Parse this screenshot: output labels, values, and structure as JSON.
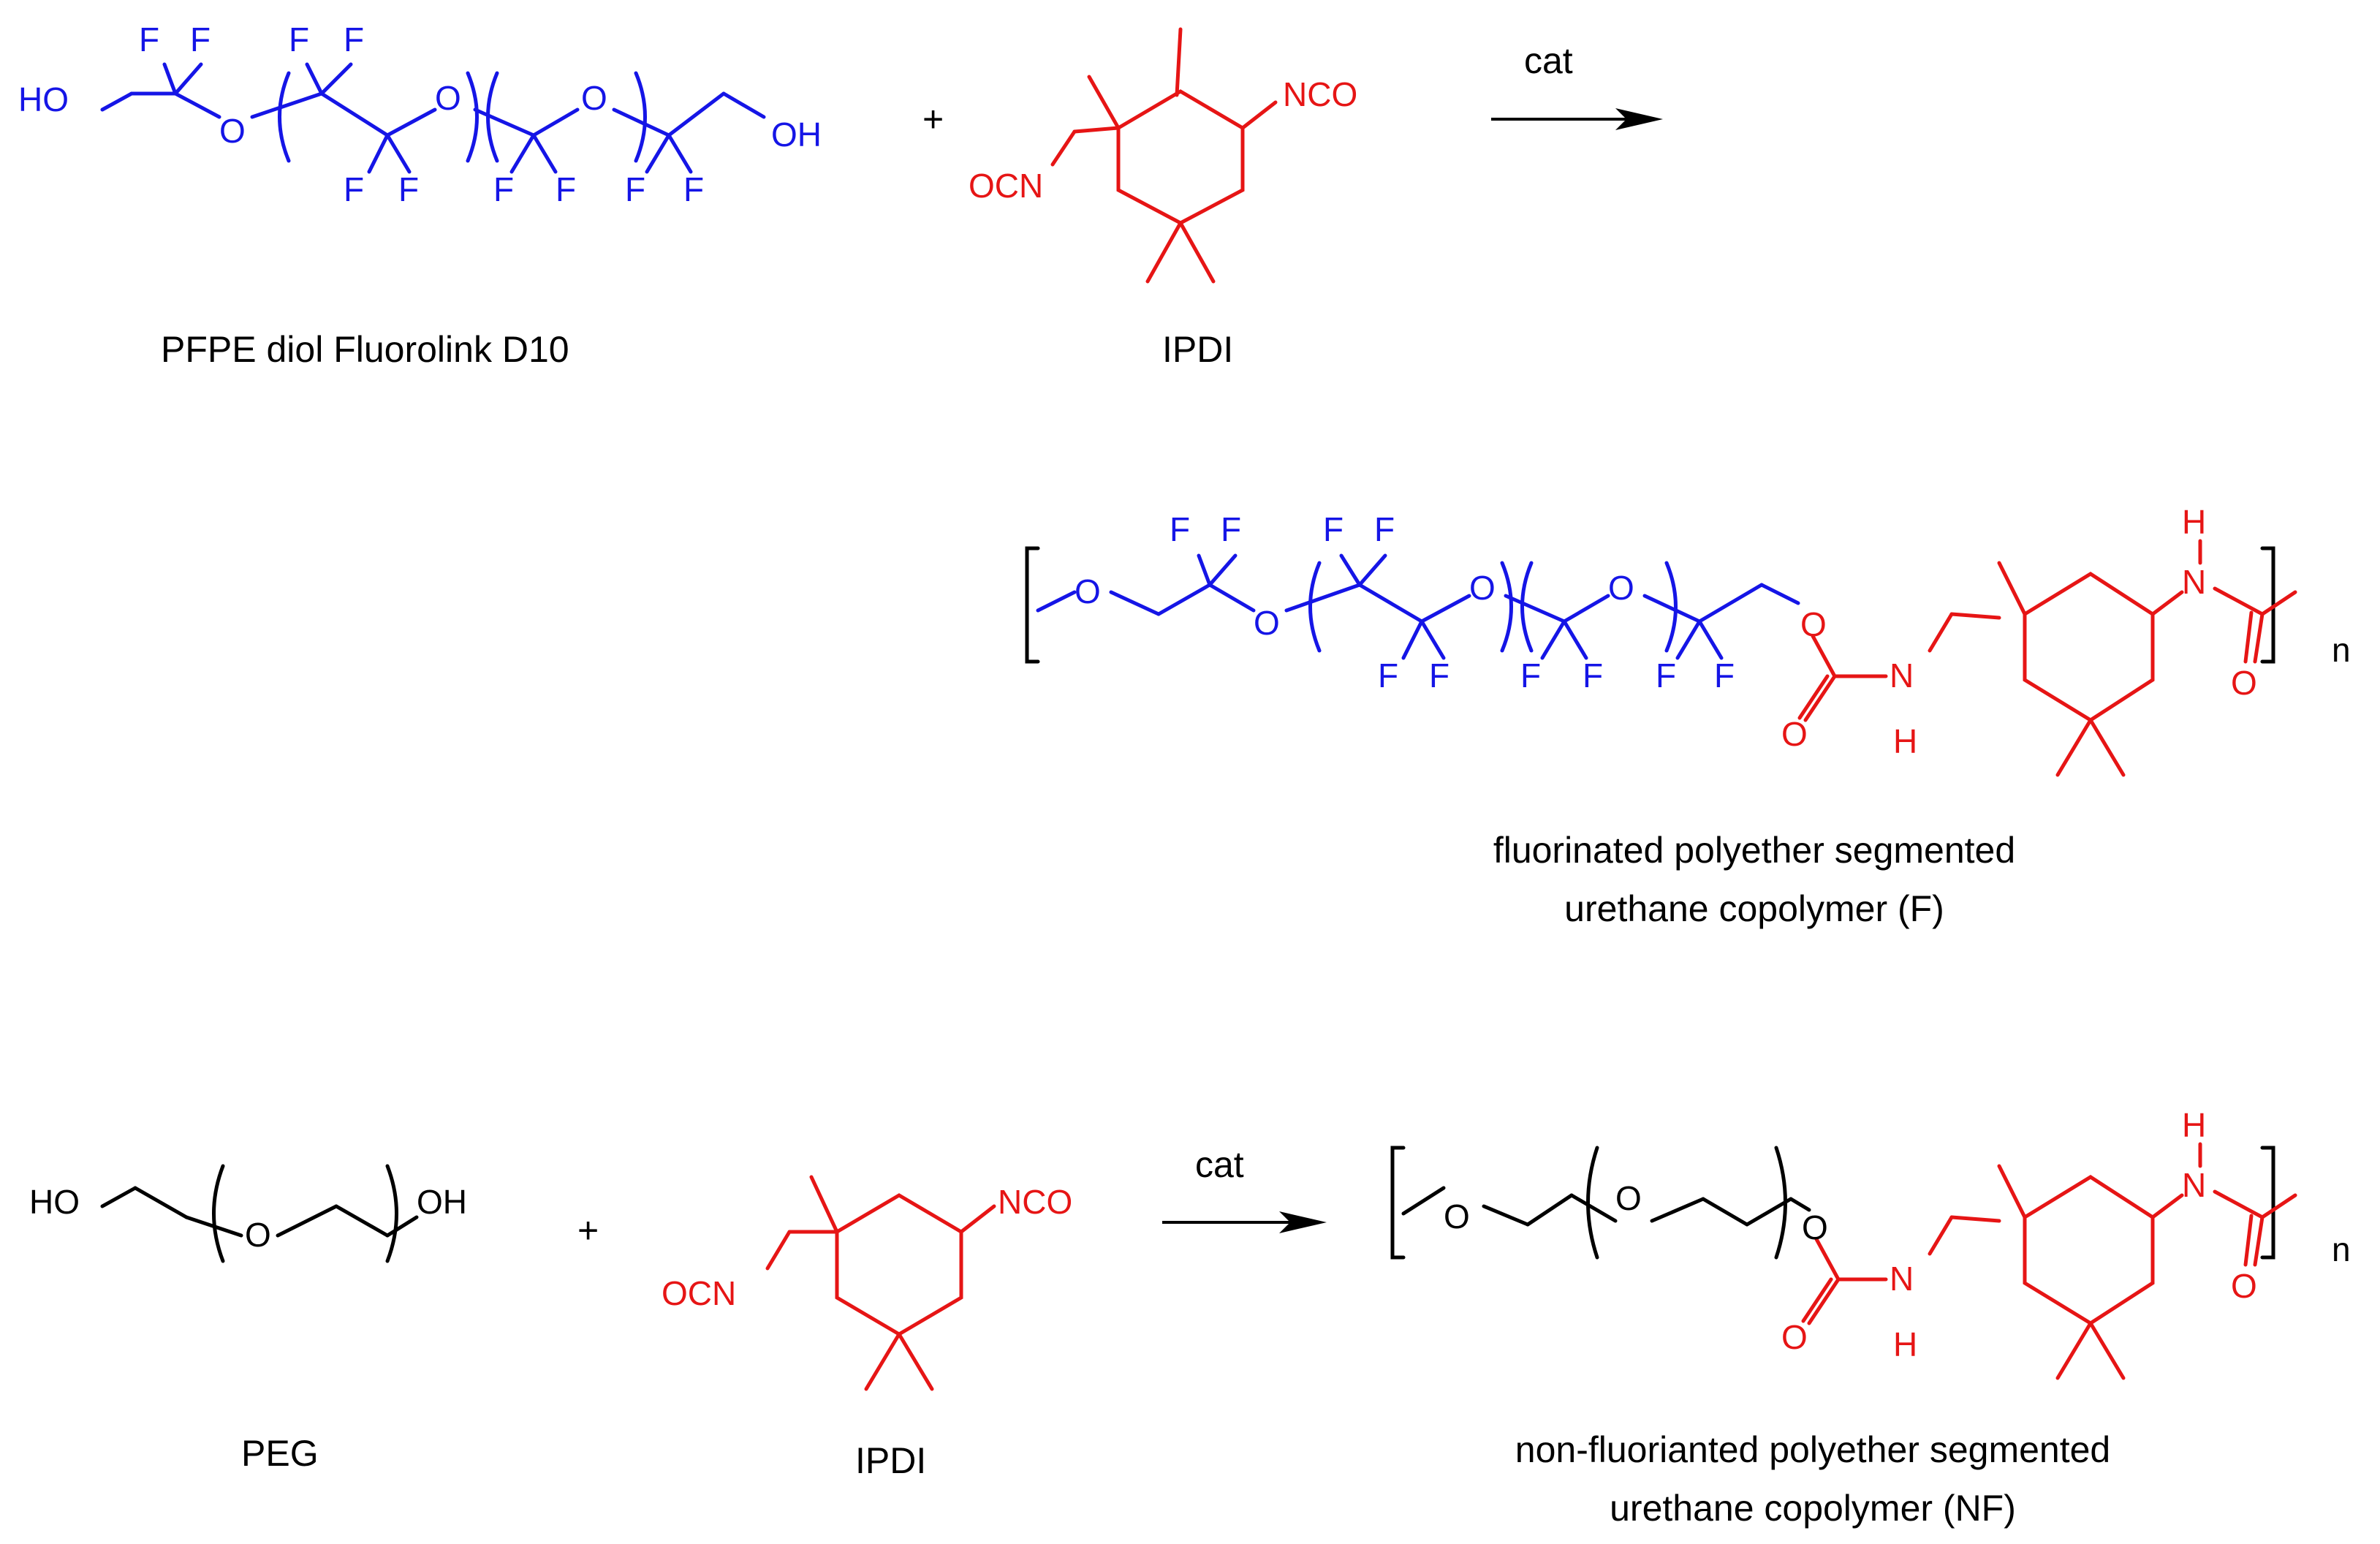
{
  "labels": {
    "pfpe_diol": "PFPE diol Fluorolink D10",
    "ipdi_top": "IPDI",
    "cat_top": "cat",
    "plus_top": "+",
    "product_f_line1": "fluorinated polyether segmented",
    "product_f_line2": "urethane copolymer (F)",
    "peg": "PEG",
    "ipdi_bottom": "IPDI",
    "cat_bottom": "cat",
    "plus_bottom": "+",
    "product_nf_line1": "non-fluorianted polyether segmented",
    "product_nf_line2": "urethane copolymer (NF)",
    "repeat_n": "n"
  },
  "atoms": {
    "hydroxyl_left": "HO",
    "hydroxyl_right": "OH",
    "fluorine": "F",
    "oxygen": "O",
    "isocyanate_right": "NCO",
    "isocyanate_left": "OCN",
    "nitrogen": "N",
    "hydrogen": "H"
  },
  "colors": {
    "fluorinated_segment": "#1515e6",
    "isocyanate_segment": "#e61515",
    "peg_segment": "#000000"
  }
}
